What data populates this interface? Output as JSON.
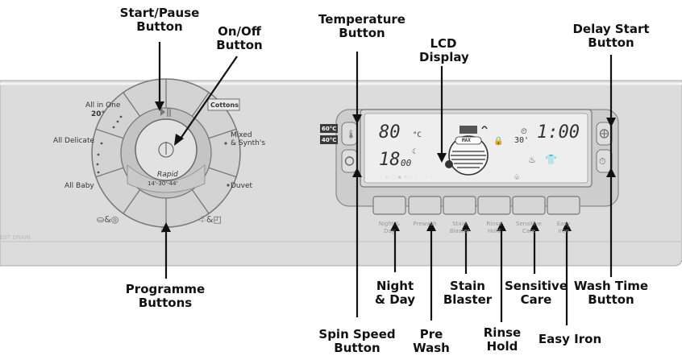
{
  "callouts": {
    "start_pause": "Start/Pause\nButton",
    "on_off": "On/Off\nButton",
    "temperature": "Temperature\nButton",
    "lcd": "LCD\nDisplay",
    "delay_start": "Delay Start\nButton",
    "programme": "Programme\nButtons",
    "night_day": "Night\n& Day",
    "stain_blaster": "Stain\nBlaster",
    "sensitive_care": "Sensitive\nCare",
    "wash_time": "Wash Time\nButton",
    "spin_speed": "Spin Speed\nButton",
    "pre_wash": "Pre\nWash",
    "rinse_hold": "Rinse\nHold",
    "easy_iron": "Easy Iron"
  },
  "dial": {
    "all_in_one": "All in One",
    "all_in_one_temp": "20°",
    "cottons": "Cottons",
    "mixed_synths": "Mixed\n& Synth's",
    "all_delicate": "All Delicate",
    "all_baby": "All Baby",
    "duvet": "Duvet",
    "rapid": "Rapid",
    "rapid_times": "14'-30'-44'"
  },
  "panel": {
    "temp_60": "60°C",
    "temp_40": "40°C",
    "edge_text": "EST DRAIN"
  },
  "lcd": {
    "temp": "80",
    "temp_unit": "°C",
    "spin": "18",
    "spin_suffix": "00",
    "max": "MAX",
    "minutes": "30'",
    "time": "1:00"
  },
  "option_labels": {
    "night_day": "Night &\nDay",
    "prewash": "Prewash",
    "stain_blaster": "Stain\nBlaster",
    "rinse_hold": "Rinse\nHold",
    "sensitive_care": "Sensitive\nCare",
    "easy_iron": "Easy\nIron"
  }
}
